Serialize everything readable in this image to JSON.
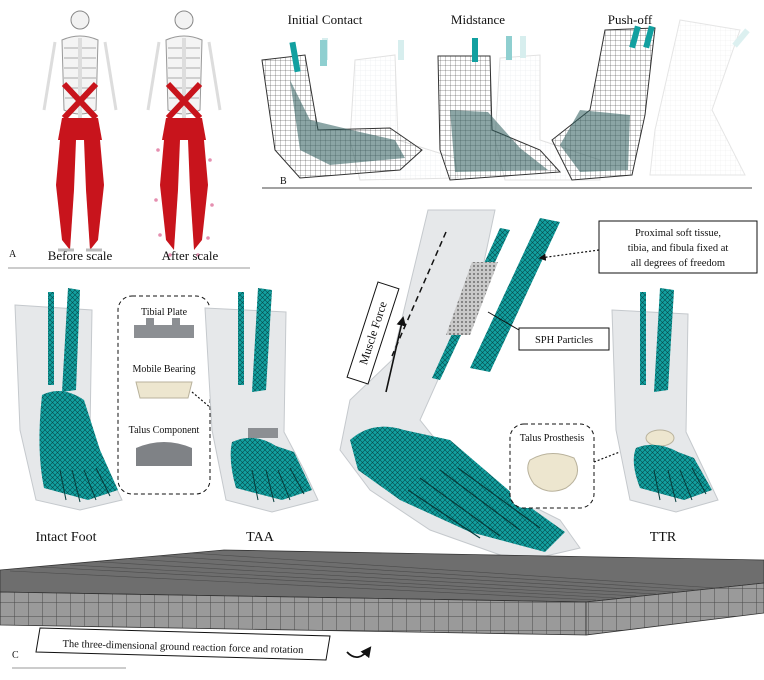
{
  "panelA": {
    "letter": "A",
    "captions": [
      "Before scale",
      "After scale"
    ]
  },
  "panelB": {
    "letter": "B",
    "phases": [
      "Initial Contact",
      "Midstance",
      "Push-off"
    ]
  },
  "panelC": {
    "letter": "C",
    "implant": {
      "parts": [
        "Tibial Plate",
        "Mobile Bearing",
        "Talus Component"
      ]
    },
    "models": [
      "Intact Foot",
      "TAA",
      "TTR"
    ],
    "callouts": {
      "proximal_fixed": [
        "Proximal soft tissue,",
        "tibia, and fibula fixed at",
        "all degrees of freedom"
      ],
      "sph": "SPH Particles",
      "talus_prosthesis": "Talus Prosthesis",
      "muscle_force": "Muscle Force",
      "ground": "The three-dimensional ground reaction force and rotation"
    }
  },
  "colors": {
    "mesh": "#0f8f8f",
    "muscle": "#c8141c",
    "ground": "#8a8a8a",
    "tissue": "#e6e8ea"
  }
}
